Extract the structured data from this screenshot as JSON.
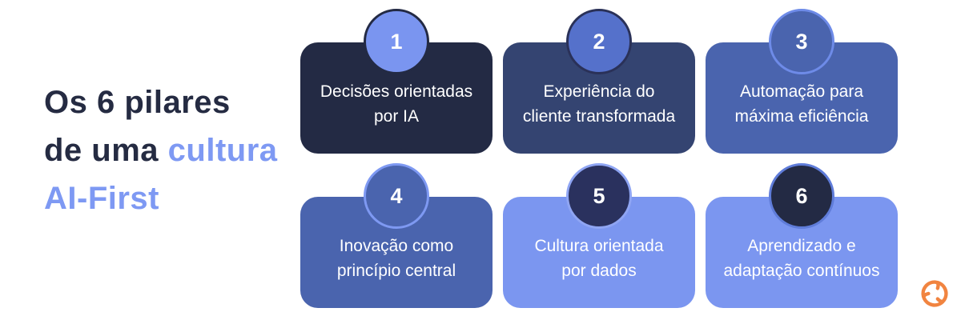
{
  "title": {
    "line1": "Os 6 pilares",
    "line2_dark": "de uma",
    "line2_accent": "cultura",
    "line3": "AI-First"
  },
  "colors": {
    "background": "#FFFFFF",
    "title_dark": "#252B42",
    "title_accent": "#7E99F3",
    "card_text": "#FFFFFF"
  },
  "cards": [
    {
      "number": "1",
      "lines": [
        "Decisões orientadas",
        "por IA"
      ],
      "card_color": "#232A44",
      "badge_fill": "#7A95F0",
      "badge_ring": "#232A44"
    },
    {
      "number": "2",
      "lines": [
        "Experiência do",
        "cliente transformada"
      ],
      "card_color": "#344471",
      "badge_fill": "#5571CB",
      "badge_ring": "#2A3158"
    },
    {
      "number": "3",
      "lines": [
        "Automação para",
        "máxima eficiência"
      ],
      "card_color": "#4A64AE",
      "badge_fill": "#4A64AE",
      "badge_ring": "#6E8BE8"
    },
    {
      "number": "4",
      "lines": [
        "Inovação como",
        "princípio central"
      ],
      "card_color": "#4A64AE",
      "badge_fill": "#4A64AE",
      "badge_ring": "#7E99F2"
    },
    {
      "number": "5",
      "lines": [
        "Cultura orientada",
        "por dados"
      ],
      "card_color": "#7B96F0",
      "badge_fill": "#2A315E",
      "badge_ring": "#8FA5F3"
    },
    {
      "number": "6",
      "lines": [
        "Aprendizado e",
        "adaptação contínuos"
      ],
      "card_color": "#7B96F0",
      "badge_fill": "#232A44",
      "badge_ring": "#5F7CD9"
    }
  ],
  "logo": {
    "name": "orange-swirl-logo",
    "color": "#F18440"
  }
}
